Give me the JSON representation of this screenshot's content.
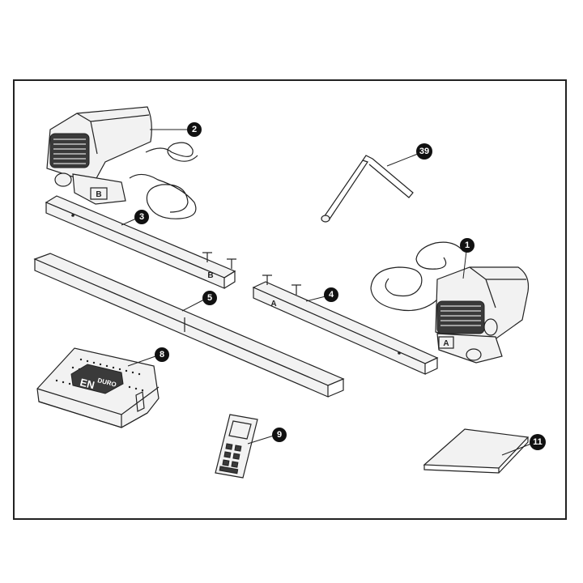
{
  "callouts": {
    "motor_right": "1",
    "motor_left": "2",
    "rail_b": "3",
    "rail_a": "4",
    "cross_tube": "5",
    "control_box": "8",
    "remote": "9",
    "manual": "11",
    "crank": "39"
  },
  "stamps": {
    "rail_b": "B",
    "motor_left": "B",
    "rail_a": "A",
    "motor_right": "A"
  },
  "control_box_brand": {
    "prefix": "EN",
    "suffix": "DURO"
  }
}
